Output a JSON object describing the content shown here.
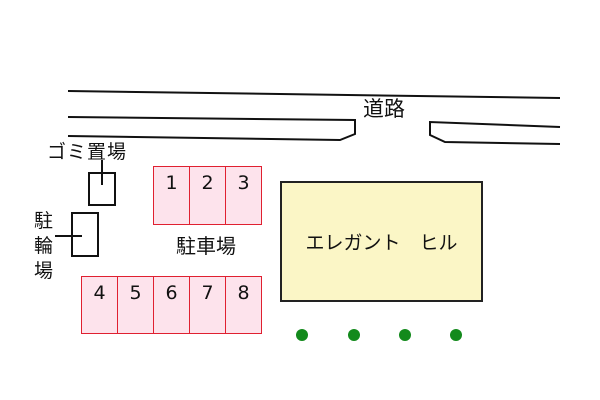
{
  "map": {
    "road": {
      "label": "道路"
    },
    "garbage_area": {
      "label": "ゴミ置場"
    },
    "bicycle_parking": {
      "label": "駐輪場"
    },
    "parking": {
      "label": "駐車場",
      "top_row": [
        "1",
        "2",
        "3"
      ],
      "bottom_row": [
        "4",
        "5",
        "6",
        "7",
        "8"
      ],
      "space_fill": "#fde3ec",
      "space_border": "#e02030"
    },
    "building": {
      "name": "エレガント　ヒル",
      "fill": "#fbf6c6"
    },
    "trees": {
      "count": 4,
      "color": "#138a1c"
    }
  }
}
